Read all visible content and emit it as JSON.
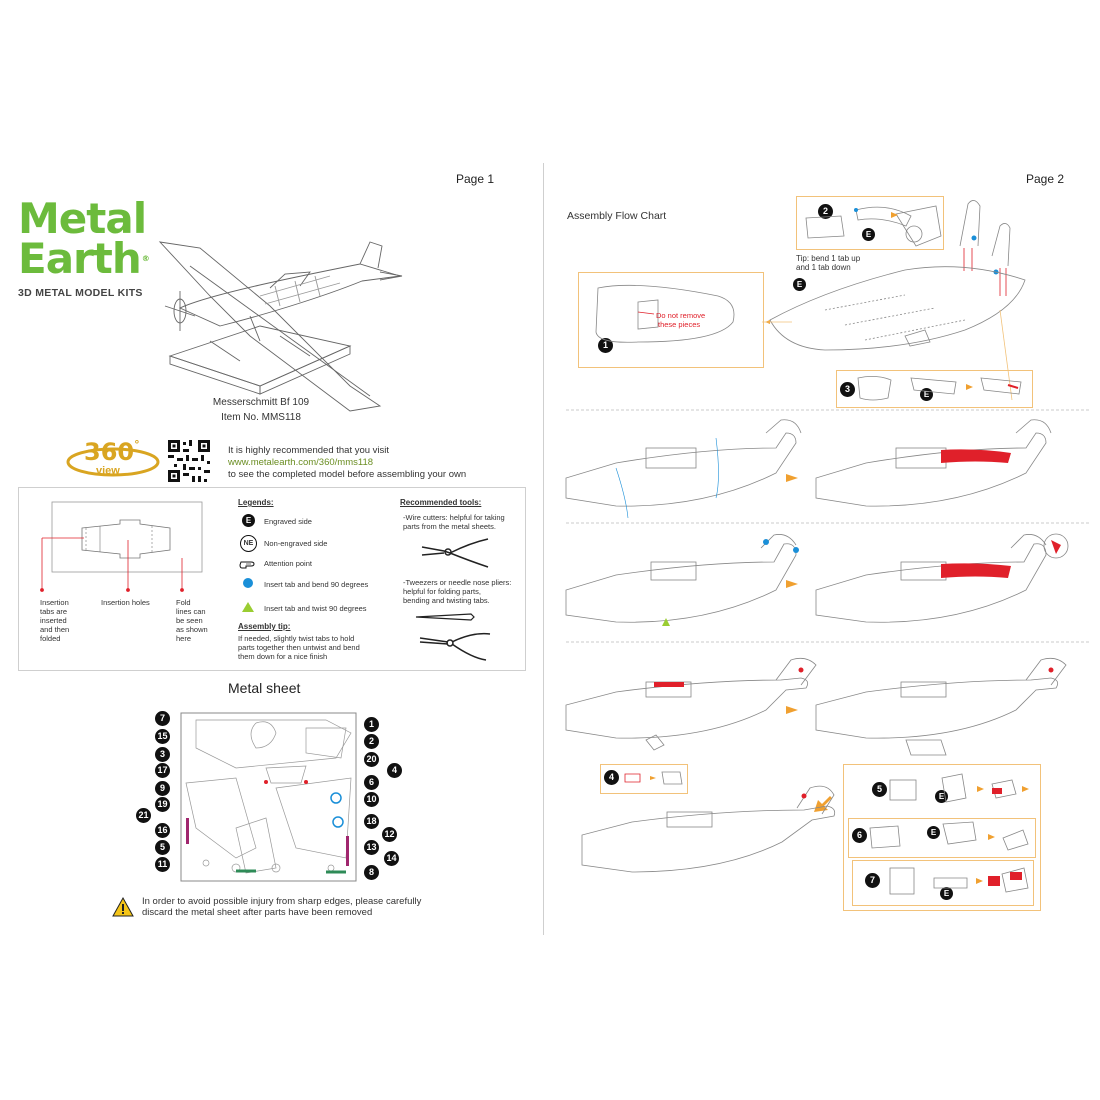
{
  "page1": {
    "page_label": "Page 1",
    "logo": {
      "line1": "Metal",
      "line2": "Earth",
      "registered": "®",
      "subtitle": "3D METAL MODEL KITS"
    },
    "model": {
      "name": "Messerschmitt Bf 109",
      "item": "Item  No.  MMS118"
    },
    "view360": {
      "number": "360",
      "degree": "°",
      "word": "view"
    },
    "recommend": {
      "line1": "It is highly recommended that you visit",
      "url": "www.metalearth.com/360/mms118",
      "line3": "to see the completed model before assembling your own"
    },
    "diagram_labels": {
      "insertion_tabs": [
        "Insertion",
        "tabs are",
        "inserted",
        "and then",
        "folded"
      ],
      "insertion_holes": "Insertion holes",
      "fold_lines": [
        "Fold",
        "lines can",
        "be seen",
        "as shown",
        "here"
      ]
    },
    "legends": {
      "title": "Legends:",
      "items": [
        {
          "symbol": "E",
          "text": "Engraved side"
        },
        {
          "symbol": "NE",
          "text": "Non-engraved side"
        },
        {
          "symbol": "hand",
          "text": "Attention point"
        },
        {
          "symbol": "dot",
          "text": "Insert tab and bend 90 degrees"
        },
        {
          "symbol": "triangle",
          "text": "Insert tab and twist 90 degrees"
        }
      ],
      "tip_title": "Assembly tip:",
      "tip_lines": [
        "If needed, slightly twist tabs to hold",
        "parts together then untwist and bend",
        "them down for a nice finish"
      ]
    },
    "tools": {
      "title": "Recommended tools:",
      "wire_lines": [
        "-Wire cutters: helpful for taking",
        "parts from the metal sheets."
      ],
      "tweezer_lines": [
        "-Tweezers or needle nose pliers:",
        "helpful for folding parts,",
        "bending and twisting tabs."
      ]
    },
    "metal_sheet": {
      "title": "Metal sheet",
      "left_numbers": [
        "7",
        "15",
        "3",
        "17",
        "9",
        "19",
        "21",
        "16",
        "5",
        "11"
      ],
      "right_numbers": [
        "1",
        "2",
        "4",
        "6",
        "10",
        "18",
        "12",
        "13",
        "14",
        "20",
        "8"
      ]
    },
    "warning": {
      "line1": "In order to avoid possible injury from sharp edges, please carefully",
      "line2": "discard the metal sheet after parts have been removed"
    }
  },
  "page2": {
    "page_label": "Page 2",
    "flow_title": "Assembly Flow Chart",
    "step_numbers": [
      "1",
      "2",
      "3",
      "4",
      "5",
      "6",
      "7"
    ],
    "engraved": "E",
    "tip": [
      "Tip: bend 1 tab up",
      "and 1 tab down"
    ],
    "warning_pieces": [
      "Do not remove",
      "these pieces"
    ]
  },
  "colors": {
    "brand_green": "#6cbb3c",
    "accent_orange": "#f0a030",
    "highlight_red": "#e0202a",
    "dot_blue": "#1a8fd8"
  }
}
